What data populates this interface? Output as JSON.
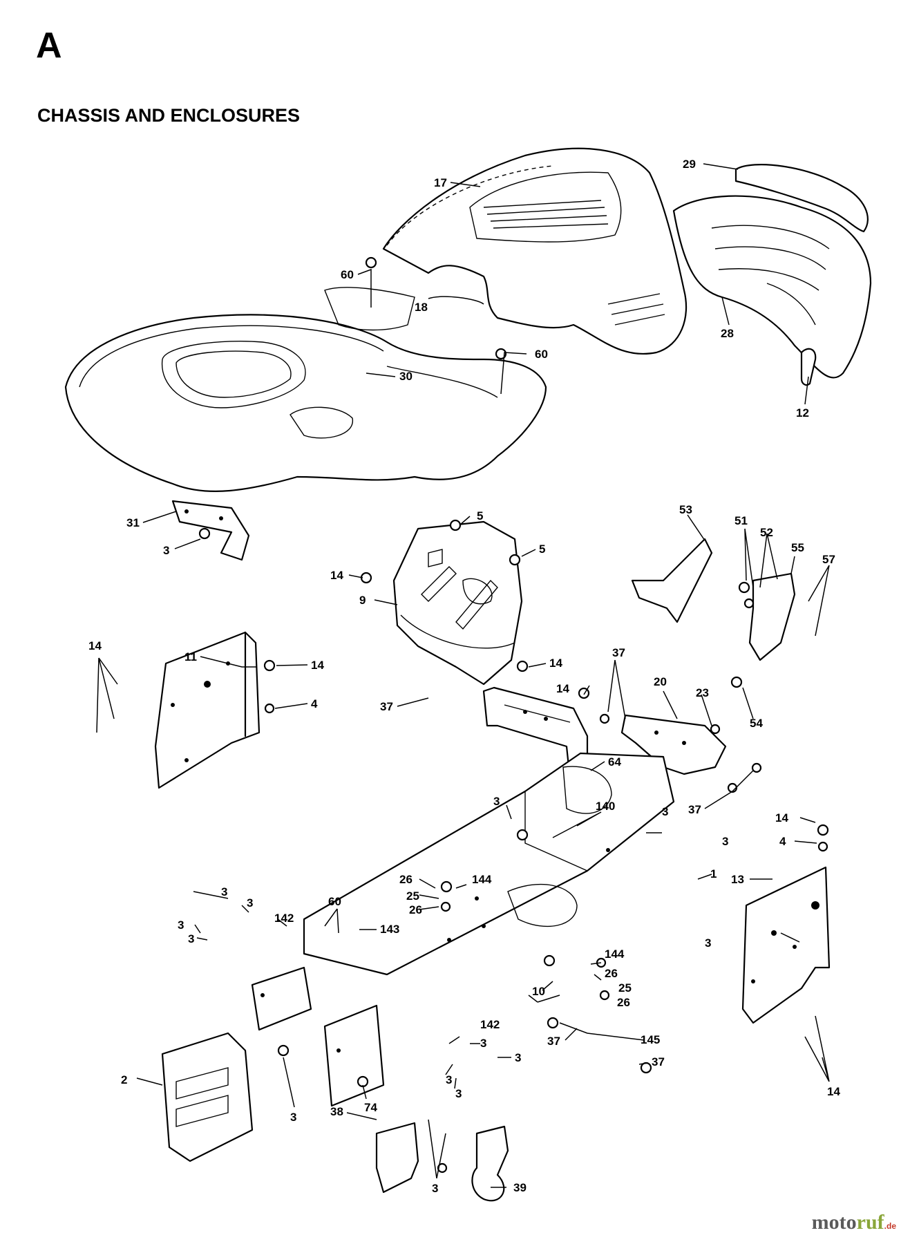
{
  "page": {
    "section_letter": "A",
    "section_title": "CHASSIS AND ENCLOSURES"
  },
  "watermark": {
    "part1": "moto",
    "part2": "ruf",
    "part3": ".de"
  },
  "callouts": [
    {
      "id": "c17",
      "label": "17"
    },
    {
      "id": "c29",
      "label": "29"
    },
    {
      "id": "c60a",
      "label": "60"
    },
    {
      "id": "c18",
      "label": "18"
    },
    {
      "id": "c28",
      "label": "28"
    },
    {
      "id": "c60b",
      "label": "60"
    },
    {
      "id": "c30",
      "label": "30"
    },
    {
      "id": "c12",
      "label": "12"
    },
    {
      "id": "c31",
      "label": "31"
    },
    {
      "id": "c3a",
      "label": "3"
    },
    {
      "id": "c5a",
      "label": "5"
    },
    {
      "id": "c5b",
      "label": "5"
    },
    {
      "id": "c53",
      "label": "53"
    },
    {
      "id": "c51",
      "label": "51"
    },
    {
      "id": "c52",
      "label": "52"
    },
    {
      "id": "c55",
      "label": "55"
    },
    {
      "id": "c57",
      "label": "57"
    },
    {
      "id": "c14a",
      "label": "14"
    },
    {
      "id": "c9",
      "label": "9"
    },
    {
      "id": "c14b",
      "label": "14"
    },
    {
      "id": "c11",
      "label": "11"
    },
    {
      "id": "c14c",
      "label": "14"
    },
    {
      "id": "c4a",
      "label": "4"
    },
    {
      "id": "c14d",
      "label": "14"
    },
    {
      "id": "c37a",
      "label": "37"
    },
    {
      "id": "c37b",
      "label": "37"
    },
    {
      "id": "c14e",
      "label": "14"
    },
    {
      "id": "c20",
      "label": "20"
    },
    {
      "id": "c23",
      "label": "23"
    },
    {
      "id": "c54",
      "label": "54"
    },
    {
      "id": "c64",
      "label": "64"
    },
    {
      "id": "c37c",
      "label": "37"
    },
    {
      "id": "c3b",
      "label": "3"
    },
    {
      "id": "c140",
      "label": "140"
    },
    {
      "id": "c3c",
      "label": "3"
    },
    {
      "id": "c14f",
      "label": "14"
    },
    {
      "id": "c4b",
      "label": "4"
    },
    {
      "id": "c3d",
      "label": "3"
    },
    {
      "id": "c144a",
      "label": "144"
    },
    {
      "id": "c1",
      "label": "1"
    },
    {
      "id": "c13",
      "label": "13"
    },
    {
      "id": "c26a",
      "label": "26"
    },
    {
      "id": "c25a",
      "label": "25"
    },
    {
      "id": "c26b",
      "label": "26"
    },
    {
      "id": "c3e",
      "label": "3"
    },
    {
      "id": "c3f",
      "label": "3"
    },
    {
      "id": "c60c",
      "label": "60"
    },
    {
      "id": "c142a",
      "label": "142"
    },
    {
      "id": "c3g",
      "label": "3"
    },
    {
      "id": "c3h",
      "label": "3"
    },
    {
      "id": "c143",
      "label": "143"
    },
    {
      "id": "c3i",
      "label": "3"
    },
    {
      "id": "c144b",
      "label": "144"
    },
    {
      "id": "c26c",
      "label": "26"
    },
    {
      "id": "c10",
      "label": "10"
    },
    {
      "id": "c25b",
      "label": "25"
    },
    {
      "id": "c26d",
      "label": "26"
    },
    {
      "id": "c37d",
      "label": "37"
    },
    {
      "id": "c145",
      "label": "145"
    },
    {
      "id": "c142b",
      "label": "142"
    },
    {
      "id": "c3j",
      "label": "3"
    },
    {
      "id": "c3k",
      "label": "3"
    },
    {
      "id": "c37e",
      "label": "37"
    },
    {
      "id": "c2",
      "label": "2"
    },
    {
      "id": "c3l",
      "label": "3"
    },
    {
      "id": "c3m",
      "label": "3"
    },
    {
      "id": "c74",
      "label": "74"
    },
    {
      "id": "c14g",
      "label": "14"
    },
    {
      "id": "c3n",
      "label": "3"
    },
    {
      "id": "c38",
      "label": "38"
    },
    {
      "id": "c3o",
      "label": "3"
    },
    {
      "id": "c39",
      "label": "39"
    }
  ]
}
